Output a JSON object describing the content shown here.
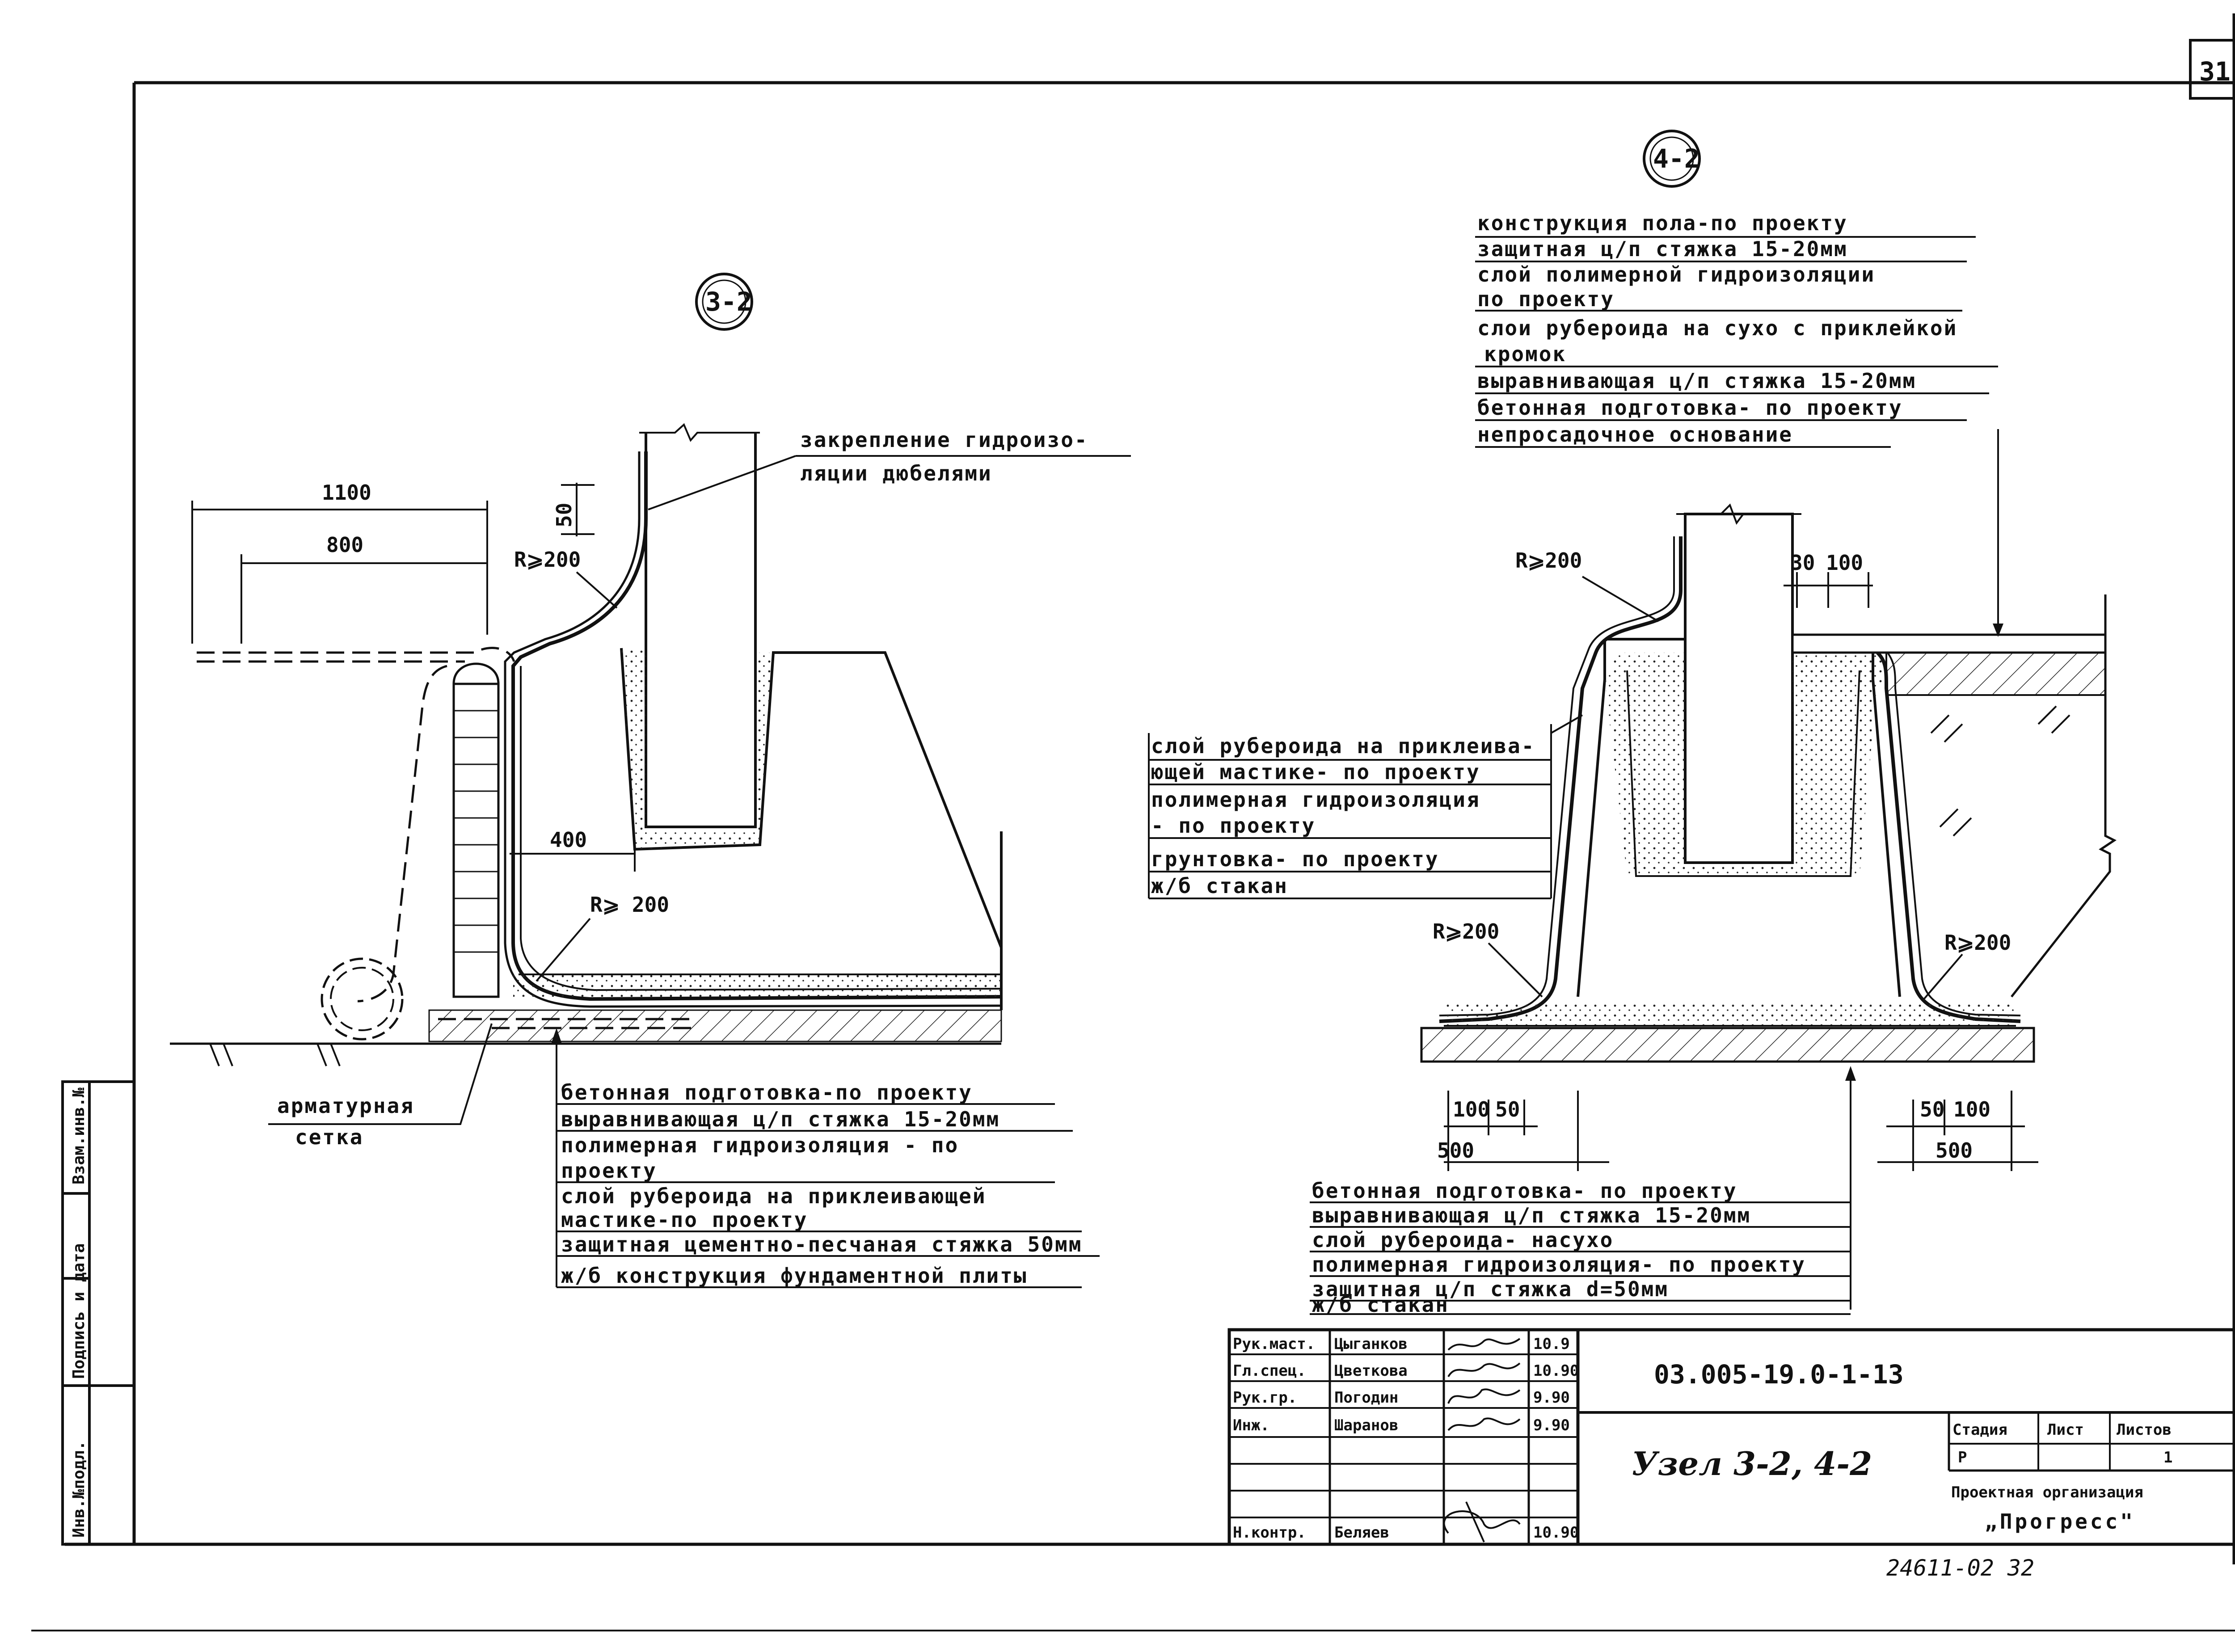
{
  "sheet_number": "31",
  "side_stamp": {
    "cells": [
      "Инв.№подл.",
      "Подпись и дата",
      "Взам.инв.№"
    ]
  },
  "node_32": {
    "marker": "3-2",
    "note_fastening": [
      "закрепление гидроизо-",
      "ляции дюбелями"
    ],
    "dims": [
      "1100",
      "800",
      "50",
      "400"
    ],
    "radius_top": "R⩾200",
    "radius_bottom": "R⩾ 200",
    "mesh_label": [
      "арматурная",
      "сетка"
    ],
    "layers": [
      "бетонная подготовка-по проекту",
      "выравнивающая ц/п стяжка 15-20мм",
      "полимерная гидроизоляция - по",
      "проекту",
      "слой рубероида на приклеивающей",
      "мастике-по проекту",
      "защитная цементно-песчаная стяжка 50мм",
      "ж/б конструкция фундаментной плиты"
    ]
  },
  "node_42": {
    "marker": "4-2",
    "floor_layers": [
      "конструкция пола-по проекту",
      "защитная ц/п стяжка 15-20мм",
      "слой полимерной гидроизоляции",
      "по проекту",
      "слои рубероида на сухо с приклейкой",
      "кромок",
      "выравнивающая ц/п стяжка 15-20мм",
      "бетонная подготовка- по проекту",
      "непросадочное основание"
    ],
    "wall_layers": [
      "слой рубероида на приклеива-",
      "ющей мастике- по проекту",
      "полимерная гидроизоляция",
      "- по проекту",
      "грунтовка- по проекту",
      "ж/б стакан"
    ],
    "radius_top": "R⩾200",
    "radius_left": "R⩾200",
    "radius_right": "R⩾200",
    "dims_top": [
      "30",
      "100"
    ],
    "dims_left": [
      "100",
      "50",
      "500"
    ],
    "dims_right": [
      "50",
      "100",
      "500"
    ],
    "base_layers": [
      "бетонная подготовка- по проекту",
      "выравнивающая ц/п стяжка 15-20мм",
      "слой рубероида- насухо",
      "полимерная гидроизоляция- по проекту",
      "защитная ц/п стяжка d=50мм",
      "ж/б стакан"
    ]
  },
  "title_block": {
    "rows": [
      {
        "role": "Рук.маст.",
        "name": "Цыганков",
        "date": "10.9"
      },
      {
        "role": "Гл.спец.",
        "name": "Цветкова",
        "date": "10.90"
      },
      {
        "role": "Рук.гр.",
        "name": "Погодин",
        "date": "9.90"
      },
      {
        "role": "Инж.",
        "name": "Шаранов",
        "date": "9.90"
      },
      {
        "role": "Н.контр.",
        "name": "Беляев",
        "date": "10.90"
      }
    ],
    "doc_code": "03.005-19.0-1-13",
    "title": "Узел 3-2, 4-2",
    "stage_header": "Стадия",
    "sheet_header": "Лист",
    "sheets_header": "Листов",
    "stage": "Р",
    "sheets": "1",
    "org_line1": "Проектная организация",
    "org_line2": "„Прогресс\""
  },
  "bottom_code": "24611-02   32"
}
